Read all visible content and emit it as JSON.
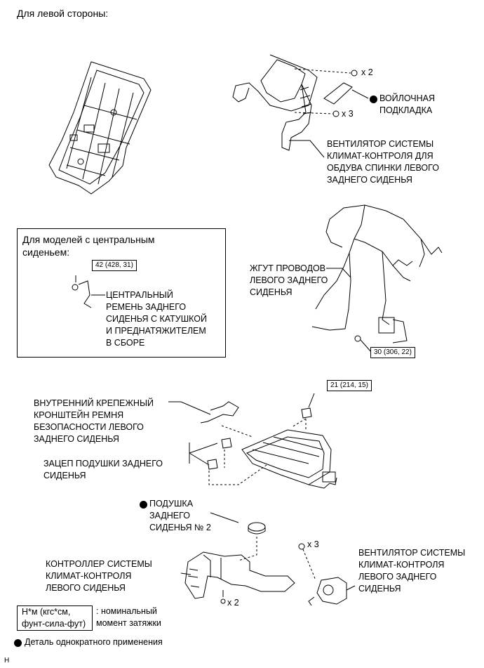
{
  "heading": "Для левой стороны:",
  "labels": {
    "x2_top": "x 2",
    "x3_top": "x 3",
    "felt": "ВОЙЛОЧНАЯ\nПОДКЛАДКА",
    "fan_back": "ВЕНТИЛЯТОР СИСТЕМЫ\nКЛИМАТ-КОНТРОЛЯ ДЛЯ\nОБДУВА СПИНКИ ЛЕВОГО\nЗАДНЕГО СИДЕНЬЯ",
    "harness": "ЖГУТ ПРОВОДОВ\nЛЕВОГО ЗАДНЕГО\nСИДЕНЬЯ",
    "torque_30": "30 (306, 22)",
    "torque_21": "21 (214, 15)",
    "bracket": "ВНУТРЕННИЙ КРЕПЕЖНЫЙ\nКРОНШТЕЙН РЕМНЯ\nБЕЗОПАСНОСТИ ЛЕВОГО\nЗАДНЕГО СИДЕНЬЯ",
    "hook": "ЗАЦЕП ПОДУШКИ ЗАДНЕГО\nСИДЕНЬЯ",
    "cushion": "ПОДУШКА\nЗАДНЕГО\nСИДЕНЬЯ № 2",
    "x3_bottom": "x 3",
    "fan_seat": "ВЕНТИЛЯТОР СИСТЕМЫ\nКЛИМАТ-КОНТРОЛЯ\nЛЕВОГО ЗАДНЕГО\nСИДЕНЬЯ",
    "controller": "КОНТРОЛЛЕР СИСТЕМЫ\nКЛИМАТ-КОНТРОЛЯ\nЛЕВОГО СИДЕНЬЯ",
    "x2_bottom": "x 2"
  },
  "inset": {
    "title": "Для моделей с центральным\nсиденьем:",
    "torque": "42 (428, 31)",
    "belt": "ЦЕНТРАЛЬНЫЙ\nРЕМЕНЬ ЗАДНЕГО\nСИДЕНЬЯ С КАТУШКОЙ\nИ ПРЕДНАТЯЖИТЕЛЕМ\nВ СБОРЕ"
  },
  "legend": {
    "unit": "Н*м (кгс*см,\nфунт-сила-фут)",
    "unit_desc": ": номинальный\nмомент затяжки",
    "nonreusable": "Деталь однократного применения"
  },
  "footer": "H"
}
